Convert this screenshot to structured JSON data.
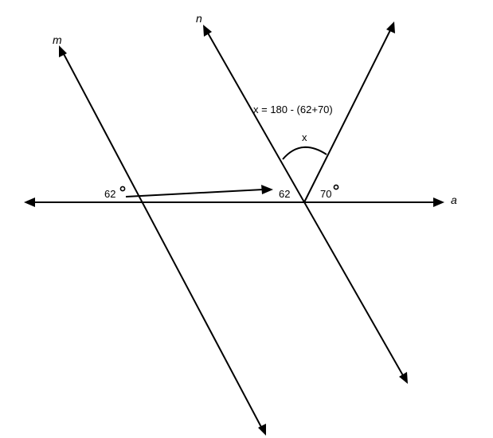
{
  "labels": {
    "line_m": "m",
    "line_n": "n",
    "line_a": "a",
    "angle_left": "62",
    "angle_mid": "62",
    "angle_right": "70",
    "angle_x": "x",
    "equation": "x = 180 - (62+70)"
  }
}
